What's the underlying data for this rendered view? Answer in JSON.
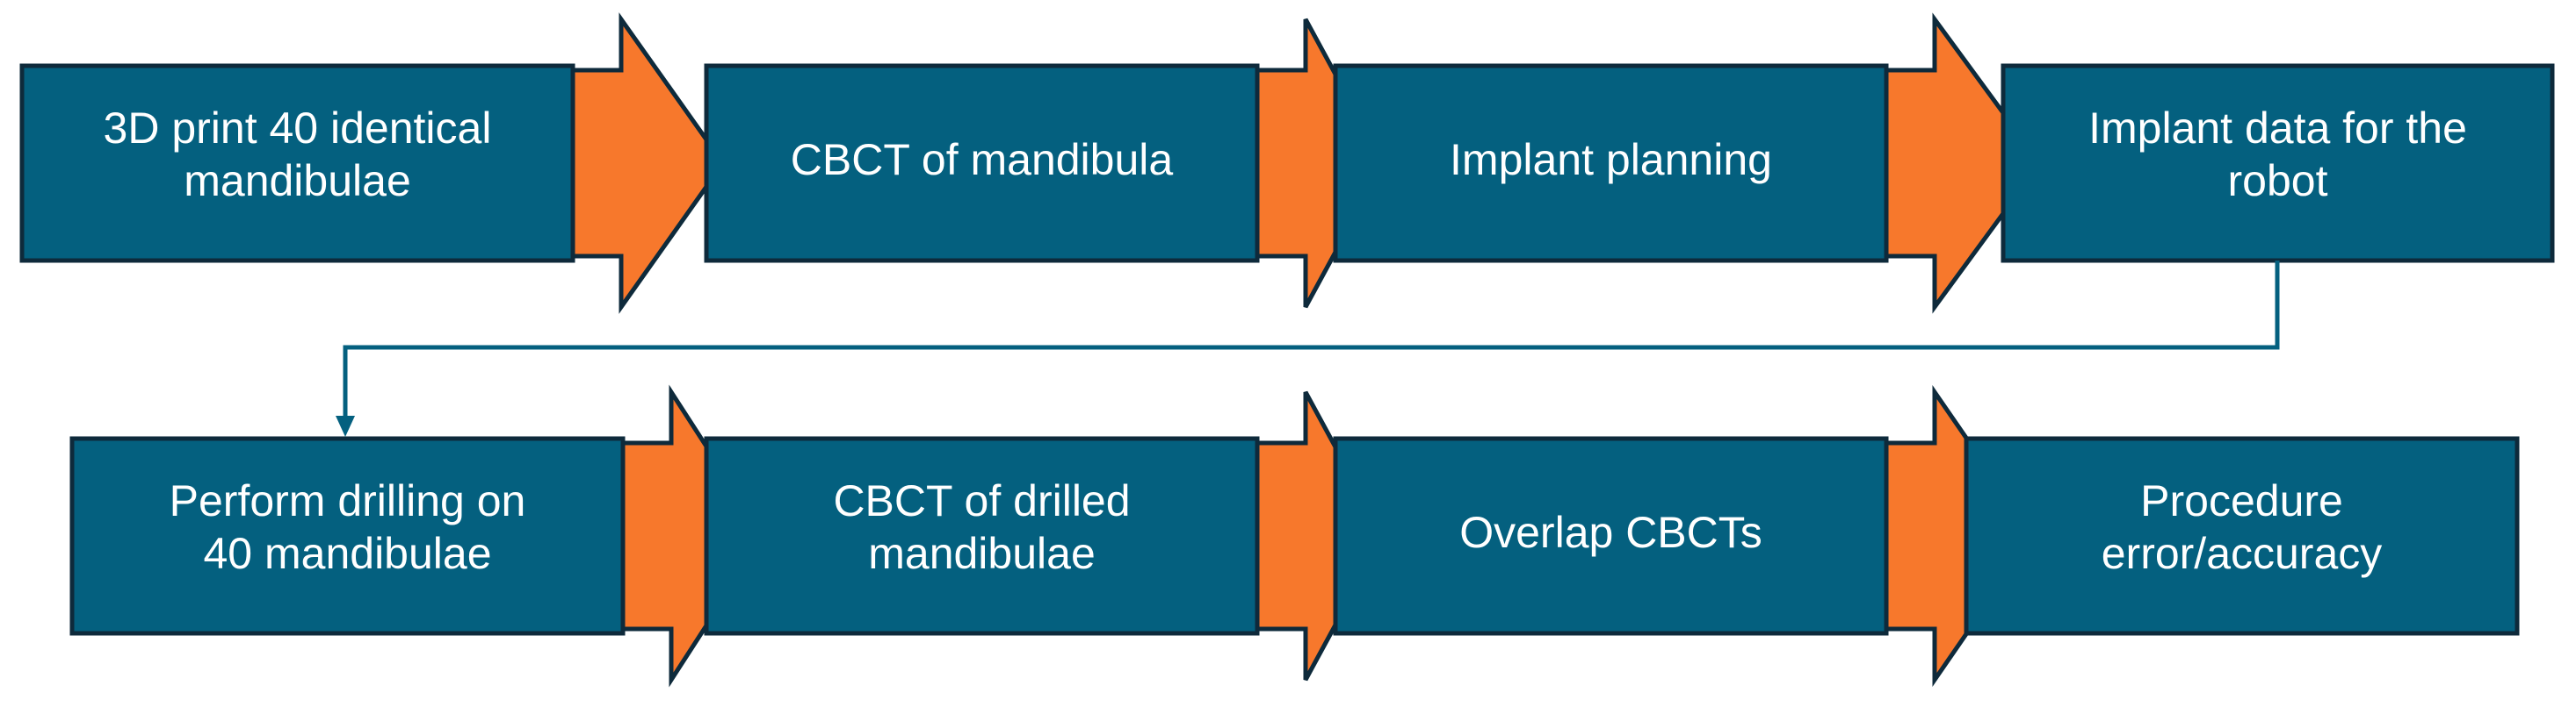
{
  "diagram": {
    "colors": {
      "box_fill": "#04607f",
      "box_stroke": "#0e2a3b",
      "arrow_fill": "#f7782c",
      "text": "#ffffff",
      "connector": "#04607f"
    },
    "rows": [
      {
        "steps": [
          {
            "id": "print",
            "lines": [
              "3D print 40 identical",
              "mandibulae"
            ]
          },
          {
            "id": "cbct-mandibula",
            "lines": [
              "CBCT of mandibula"
            ]
          },
          {
            "id": "implant-planning",
            "lines": [
              "Implant planning"
            ]
          },
          {
            "id": "implant-data",
            "lines": [
              "Implant data for the",
              "robot"
            ]
          }
        ]
      },
      {
        "steps": [
          {
            "id": "drilling",
            "lines": [
              "Perform drilling on",
              "40 mandibulae"
            ]
          },
          {
            "id": "cbct-drilled",
            "lines": [
              "CBCT of drilled",
              "mandibulae"
            ]
          },
          {
            "id": "overlap",
            "lines": [
              "Overlap CBCTs"
            ]
          },
          {
            "id": "procedure-error",
            "lines": [
              "Procedure",
              "error/accuracy"
            ]
          }
        ]
      }
    ]
  }
}
